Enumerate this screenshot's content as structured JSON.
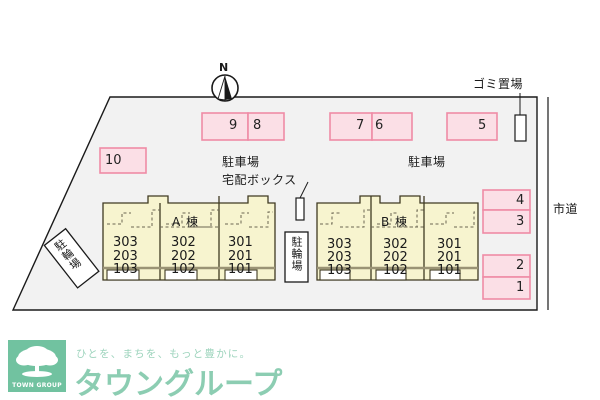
{
  "site": {
    "compass": {
      "label": "N",
      "name": "north-arrow"
    },
    "ground_fill": "#f2f2f2",
    "building_fill": "#f7f4cf",
    "parking_fill": "#fbdfe6",
    "parking_stroke": "#ef8ba6",
    "logo_green": "#71c2a0",
    "brand_green": "#8ccdb2"
  },
  "annotations": {
    "gomi": "ゴミ置場",
    "parking_left": "駐車場",
    "parking_right": "駐車場",
    "delivery_box": "宅配ボックス",
    "city_road": "市道",
    "bicycle_center": "駐輪場",
    "bicycle_left": "駐輪場"
  },
  "parking_spaces": {
    "top_row": [
      {
        "number": "9",
        "name": "parking-space-9"
      },
      {
        "number": "8",
        "name": "parking-space-8"
      },
      {
        "number": "7",
        "name": "parking-space-7"
      },
      {
        "number": "6",
        "name": "parking-space-6"
      },
      {
        "number": "5",
        "name": "parking-space-5"
      }
    ],
    "left": [
      {
        "number": "10",
        "name": "parking-space-10"
      }
    ],
    "right_column": [
      {
        "number": "4",
        "name": "parking-space-4"
      },
      {
        "number": "3",
        "name": "parking-space-3"
      },
      {
        "number": "2",
        "name": "parking-space-2"
      },
      {
        "number": "1",
        "name": "parking-space-1"
      }
    ]
  },
  "buildings": [
    {
      "name": "building-a",
      "label": "A 棟",
      "units": [
        {
          "column": "left",
          "rooms": [
            "303",
            "203",
            "103"
          ]
        },
        {
          "column": "center",
          "rooms": [
            "302",
            "202",
            "102"
          ]
        },
        {
          "column": "right",
          "rooms": [
            "301",
            "201",
            "101"
          ]
        }
      ]
    },
    {
      "name": "building-b",
      "label": "B 棟",
      "units": [
        {
          "column": "left",
          "rooms": [
            "303",
            "203",
            "103"
          ]
        },
        {
          "column": "center",
          "rooms": [
            "302",
            "202",
            "102"
          ]
        },
        {
          "column": "right",
          "rooms": [
            "301",
            "201",
            "101"
          ]
        }
      ]
    }
  ],
  "branding": {
    "tagline": "ひとを、まちを、もっと豊かに。",
    "company": "タウングループ",
    "mark_text": "TOWN GROUP"
  }
}
